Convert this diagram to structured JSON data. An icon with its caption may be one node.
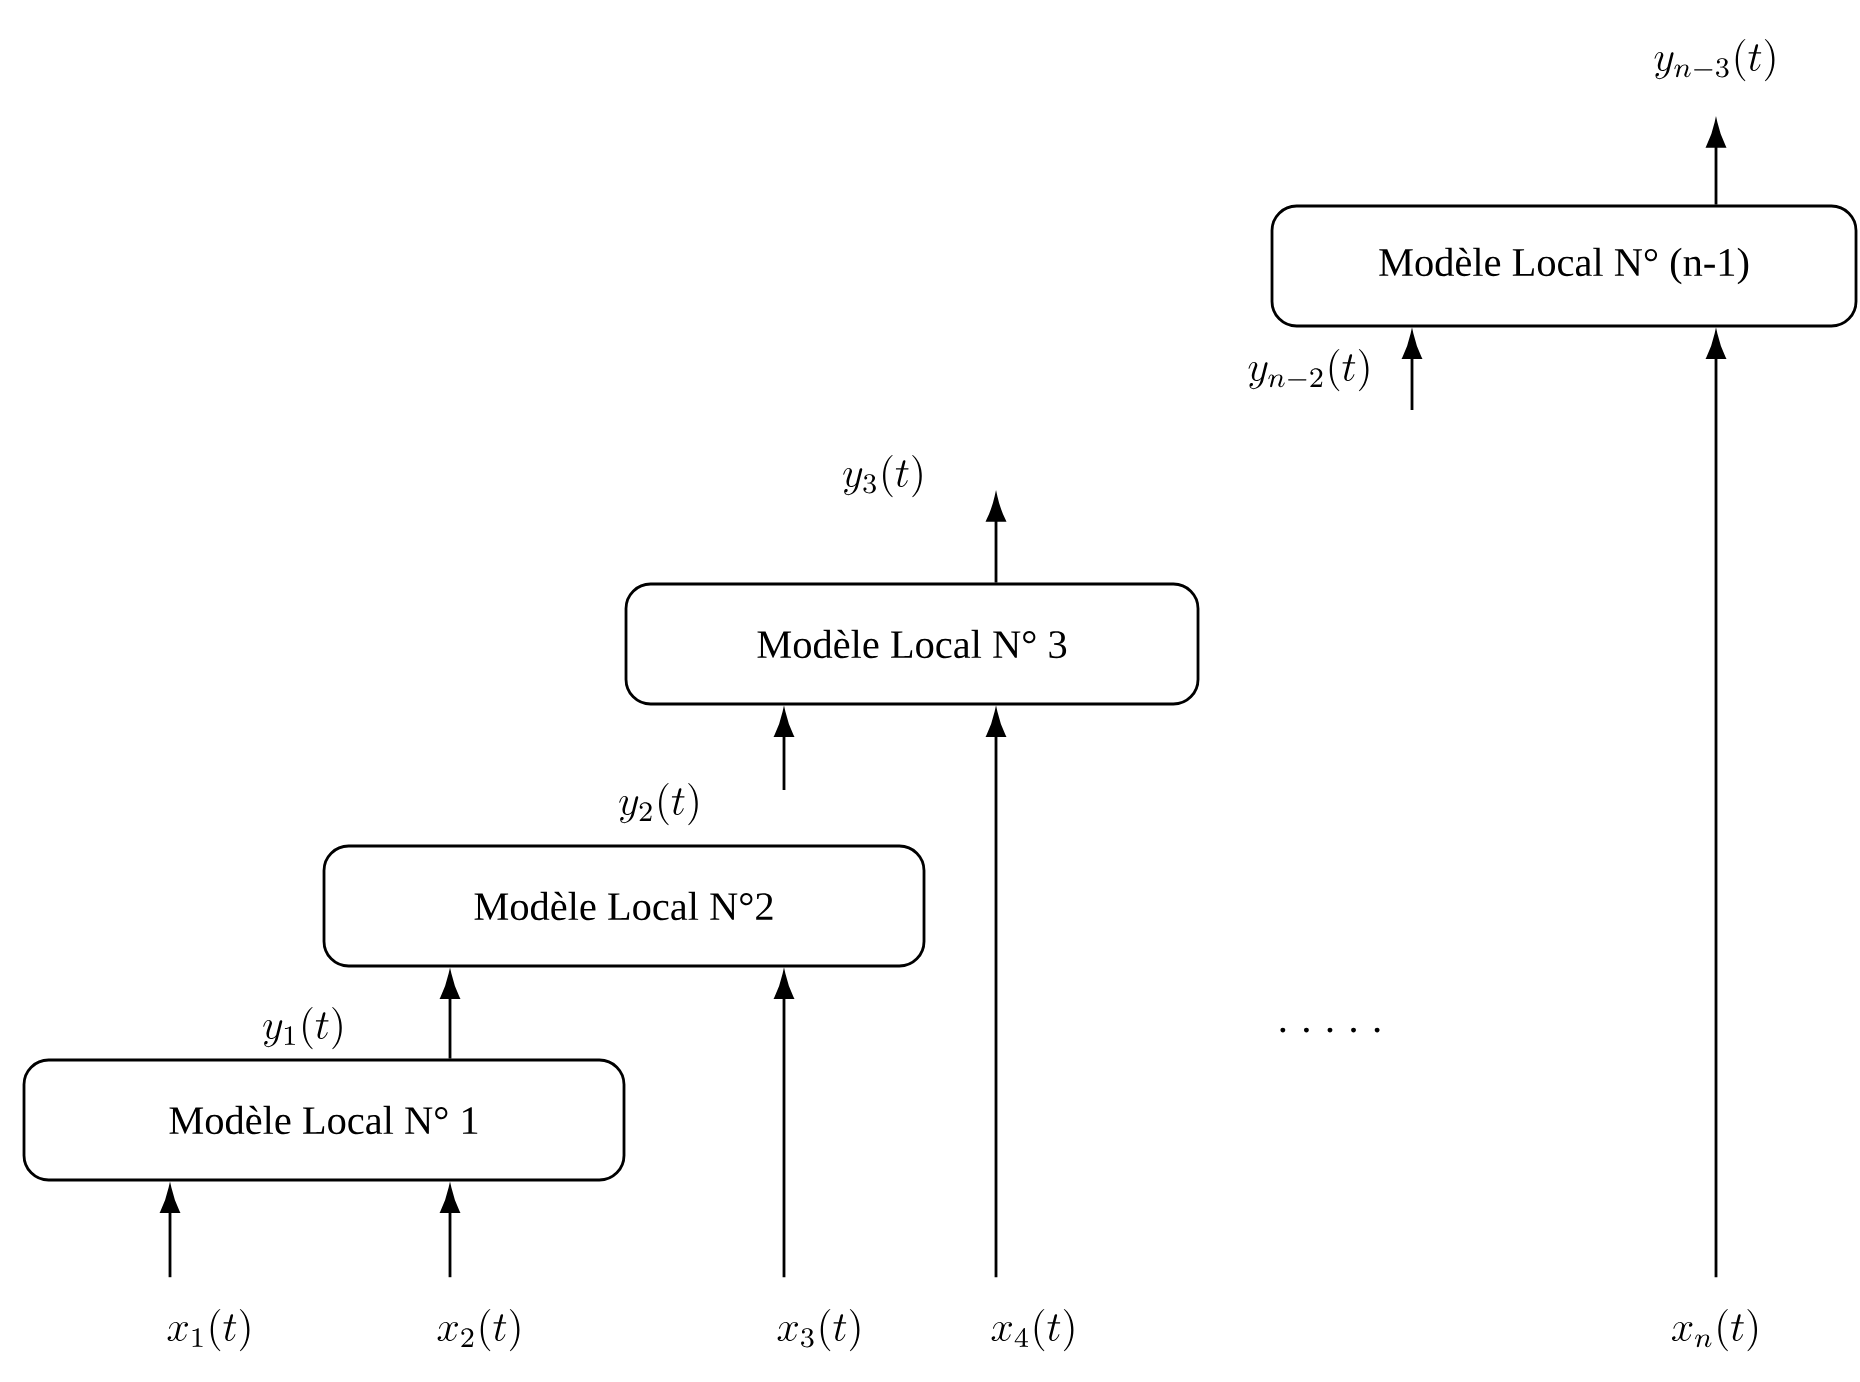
{
  "diagram": {
    "nodes": [
      {
        "text": [
          "Modèle Local N° 1"
        ]
      },
      {
        "text": [
          "Modèle Local N°2"
        ]
      },
      {
        "text": [
          "Modèle Local N° 3"
        ]
      },
      {
        "text": [
          "Modèle Local N° (n-1)"
        ]
      },
      {
        "text": [
          "x_1(t)"
        ]
      },
      {
        "text": [
          "x_2(t)"
        ]
      },
      {
        "text": [
          "x_3(t)"
        ]
      },
      {
        "text": [
          "x_4(t)"
        ]
      },
      {
        "text": [
          "x_n(t)"
        ]
      }
    ],
    "edges": [
      {
        "from": 4,
        "to": 0,
        "arrow": "to"
      },
      {
        "from": 5,
        "to": 0,
        "arrow": "to"
      },
      {
        "from": 0,
        "to": 1,
        "arrow": "to",
        "label": "y_1(t)"
      },
      {
        "from": 6,
        "to": 1,
        "arrow": "to"
      },
      {
        "from": null,
        "to": 2,
        "arrow": "to",
        "label": "y_2(t)"
      },
      {
        "from": 7,
        "to": 2,
        "arrow": "to"
      },
      {
        "from": 2,
        "to": null,
        "arrow": "to",
        "label": "y_3(t)"
      },
      {
        "from": null,
        "to": 3,
        "arrow": "to",
        "label": "y_{n-2}(t)"
      },
      {
        "from": 8,
        "to": 3,
        "arrow": "to"
      },
      {
        "from": 3,
        "to": null,
        "arrow": "to",
        "label": "y_{n-3}(t)"
      }
    ],
    "labels": [
      ". . . . ."
    ]
  }
}
